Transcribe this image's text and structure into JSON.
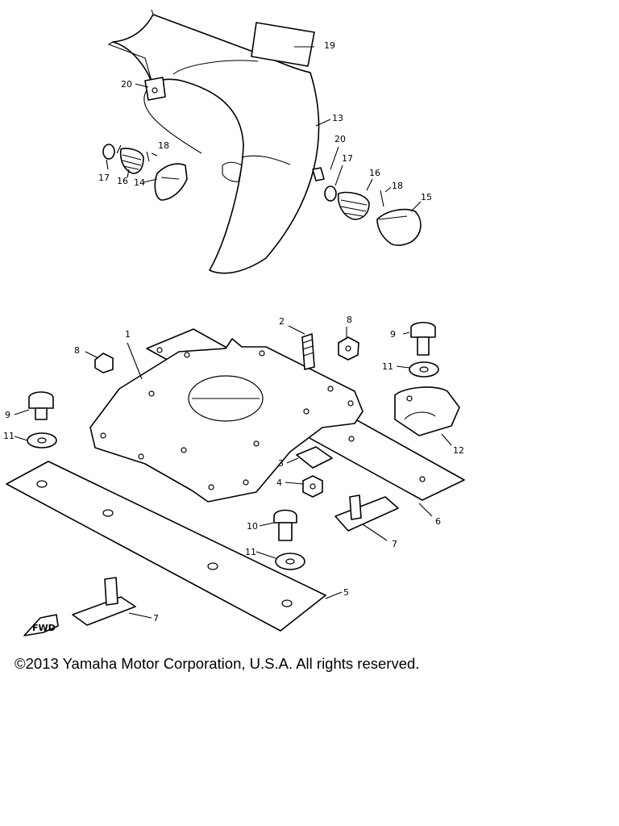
{
  "callouts": {
    "c1": "1",
    "c2": "2",
    "c3": "3",
    "c4": "4",
    "c5": "5",
    "c6": "6",
    "c7a": "7",
    "c7b": "7",
    "c8a": "8",
    "c8b": "8",
    "c9a": "9",
    "c9b": "9",
    "c10": "10",
    "c11a": "11",
    "c11b": "11",
    "c11c": "11",
    "c12": "12",
    "c13": "13",
    "c14": "14",
    "c15": "15",
    "c16a": "16",
    "c16b": "16",
    "c17a": "17",
    "c17b": "17",
    "c18a": "18",
    "c18b": "18",
    "c19": "19",
    "c20a": "20",
    "c20b": "20"
  },
  "fwd_label": "FWD",
  "copyright": "©2013 Yamaha Motor Corporation, U.S.A. All rights reserved."
}
